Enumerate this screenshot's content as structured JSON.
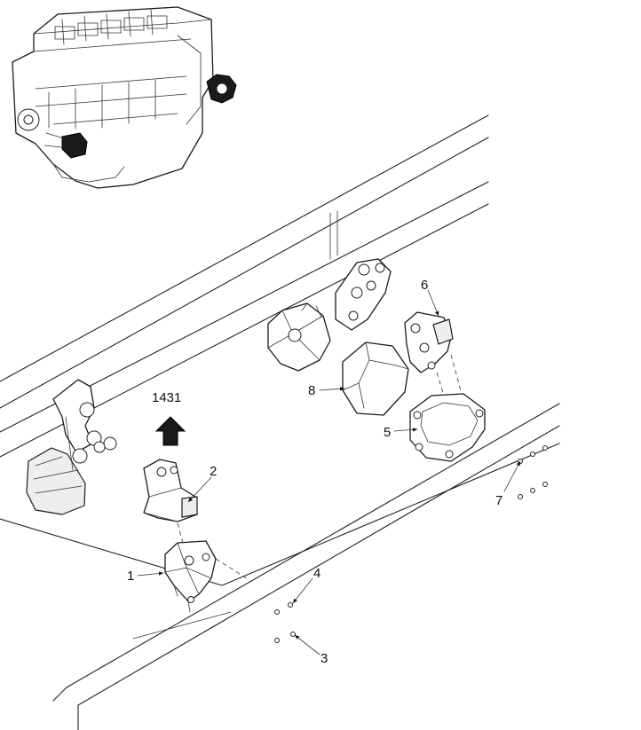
{
  "callouts": {
    "c1": "1",
    "c2": "2",
    "c3": "3",
    "c4": "4",
    "c5": "5",
    "c6": "6",
    "c7": "7",
    "c8": "8",
    "direction": "1431"
  }
}
